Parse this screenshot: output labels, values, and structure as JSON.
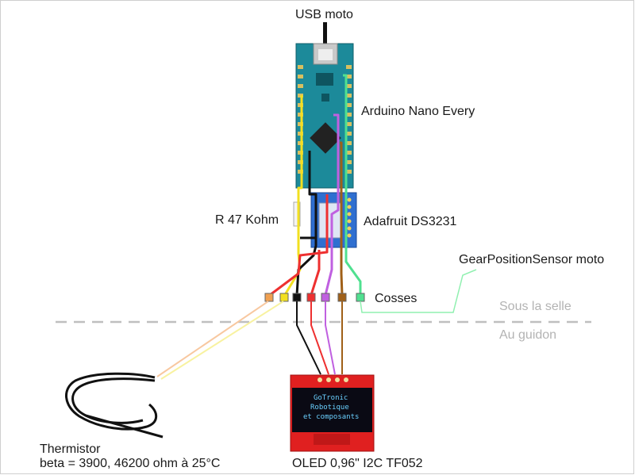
{
  "labels": {
    "usb": "USB moto",
    "arduino": "Arduino Nano Every",
    "rtc": "Adafruit DS3231",
    "resistor": "R 47 Kohm",
    "gear_sensor": "GearPositionSensor moto",
    "lugs": "Cosses",
    "under_seat": "Sous la selle",
    "handlebar": "Au guidon",
    "thermistor_name": "Thermistor",
    "thermistor_spec": "beta = 3900, 46200 ohm à 25°C",
    "oled": "OLED 0,96\" I2C TF052"
  },
  "oled_screen": {
    "line1": "GoTronic",
    "line2": "Robotique",
    "line3": "et composants"
  },
  "wire_colors": {
    "orange": "#f0a050",
    "yellow": "#f2e020",
    "black": "#111111",
    "red": "#ee3030",
    "violet": "#c060e0",
    "brown": "#a06018",
    "green": "#50e090"
  }
}
